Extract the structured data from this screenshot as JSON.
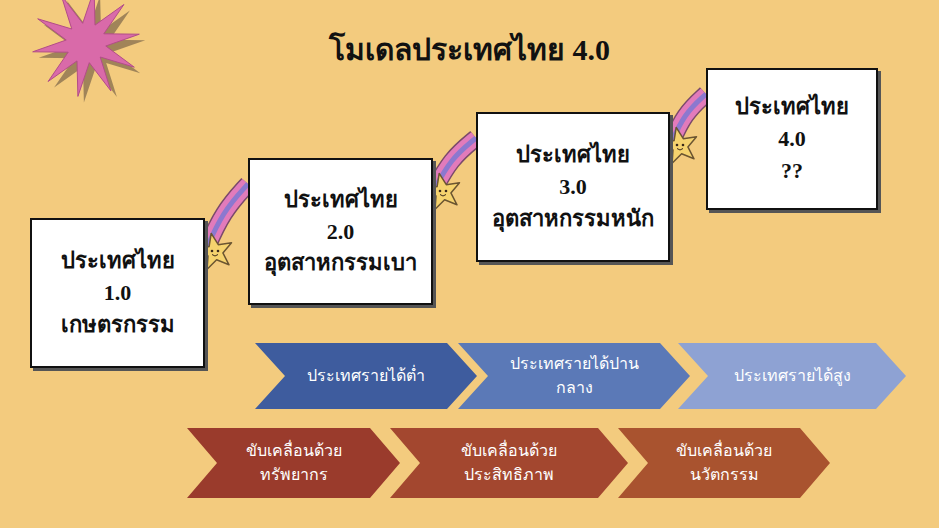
{
  "diagram": {
    "title": "โมเดลประเทศไทย 4.0",
    "nodes": [
      {
        "text": [
          "ประเทศไทย",
          "1.0",
          "เกษตรกรรม"
        ]
      },
      {
        "text": [
          "ประเทศไทย",
          "2.0",
          "อุตสาหกรรมเบา"
        ]
      },
      {
        "text": [
          "ประเทศไทย",
          "3.0",
          "อุตสาหกรรมหนัก"
        ]
      },
      {
        "text": [
          "ประเทศไทย",
          "4.0",
          "??"
        ]
      },
      {
        "text": [
          "ประเทศรายได้ต่ำ"
        ]
      },
      {
        "text": [
          "ประเทศรายได้ปาน กลาง"
        ]
      },
      {
        "text": [
          "ประเทศรายได้สูง"
        ]
      },
      {
        "text": [
          "ขับเคลื่อนด้วย ทรัพยากร"
        ]
      },
      {
        "text": [
          "ขับเคลื่อนด้วย ประสิทธิภาพ"
        ]
      },
      {
        "text": [
          "ขับเคลื่อนด้วย นวัตกรรม"
        ]
      }
    ],
    "edges": [
      {
        "from": 0,
        "to": 1,
        "arrow": "none"
      },
      {
        "from": 1,
        "to": 2,
        "arrow": "none"
      },
      {
        "from": 2,
        "to": 3,
        "arrow": "none"
      }
    ]
  }
}
